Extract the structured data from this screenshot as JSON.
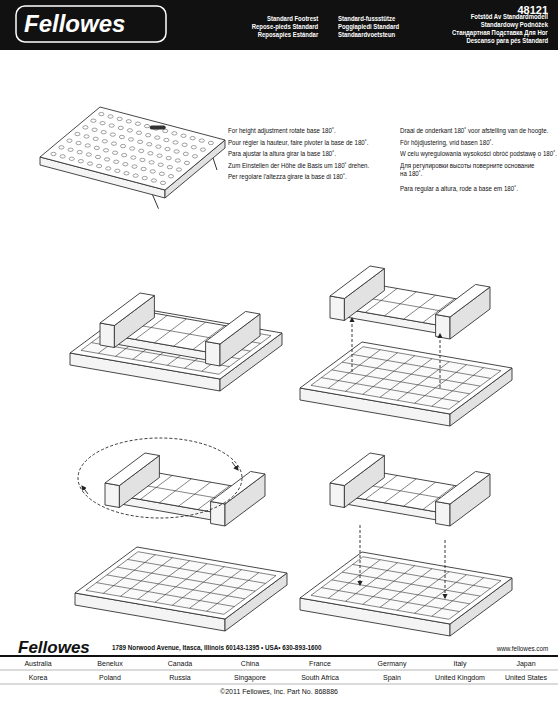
{
  "diagram": {
    "labels": [
      "Fellowes",
      "48121",
      "Standard Footrest",
      "Repose-pieds Standard",
      "Reposapies Estándar",
      "Standard-fussstütze",
      "Poggiapiedi Standard",
      "Standaardvoetsteun",
      "Fotstöd Av Standardmodell",
      "Standardowy Podnóżek",
      "Стандартная Подставка Для Ног",
      "Descanso para pés Standard",
      "For height adjustment rotate base 180˚.",
      "Pour régler la hauteur, faire pivoter la base de 180˚.",
      "Para ajustar la altura girar la base 180˚.",
      "Zum Einstellen der Höhe die Basis um 180˚ drehen.",
      "Per regolare l'altezza girare la base di 180˚.",
      "Draai de onderkant 180˚ voor afstelling van de hoogte.",
      "För höjdjustering, vrid basen 180˚.",
      "W celu wyregulowania wysokości obróć podstawę o 180˚.",
      "Для регулировки высоты поверните основание на 180˚.",
      "Para regular a altura, rode a base em 180˚.",
      "Fellowes",
      "1789 Norwood Avenue, Itasca, Illinois 60143-1395 • USA• 630-893-1600",
      "www.fellowes.com",
      "Australia",
      "Benelux",
      "Canada",
      "China",
      "France",
      "Germany",
      "Italy",
      "Japan",
      "Korea",
      "Poland",
      "Russia",
      "Singapore",
      "South Africa",
      "Spain",
      "United Kingdom",
      "United States",
      "©2011 Fellowes, Inc. Part No. 868886"
    ]
  }
}
